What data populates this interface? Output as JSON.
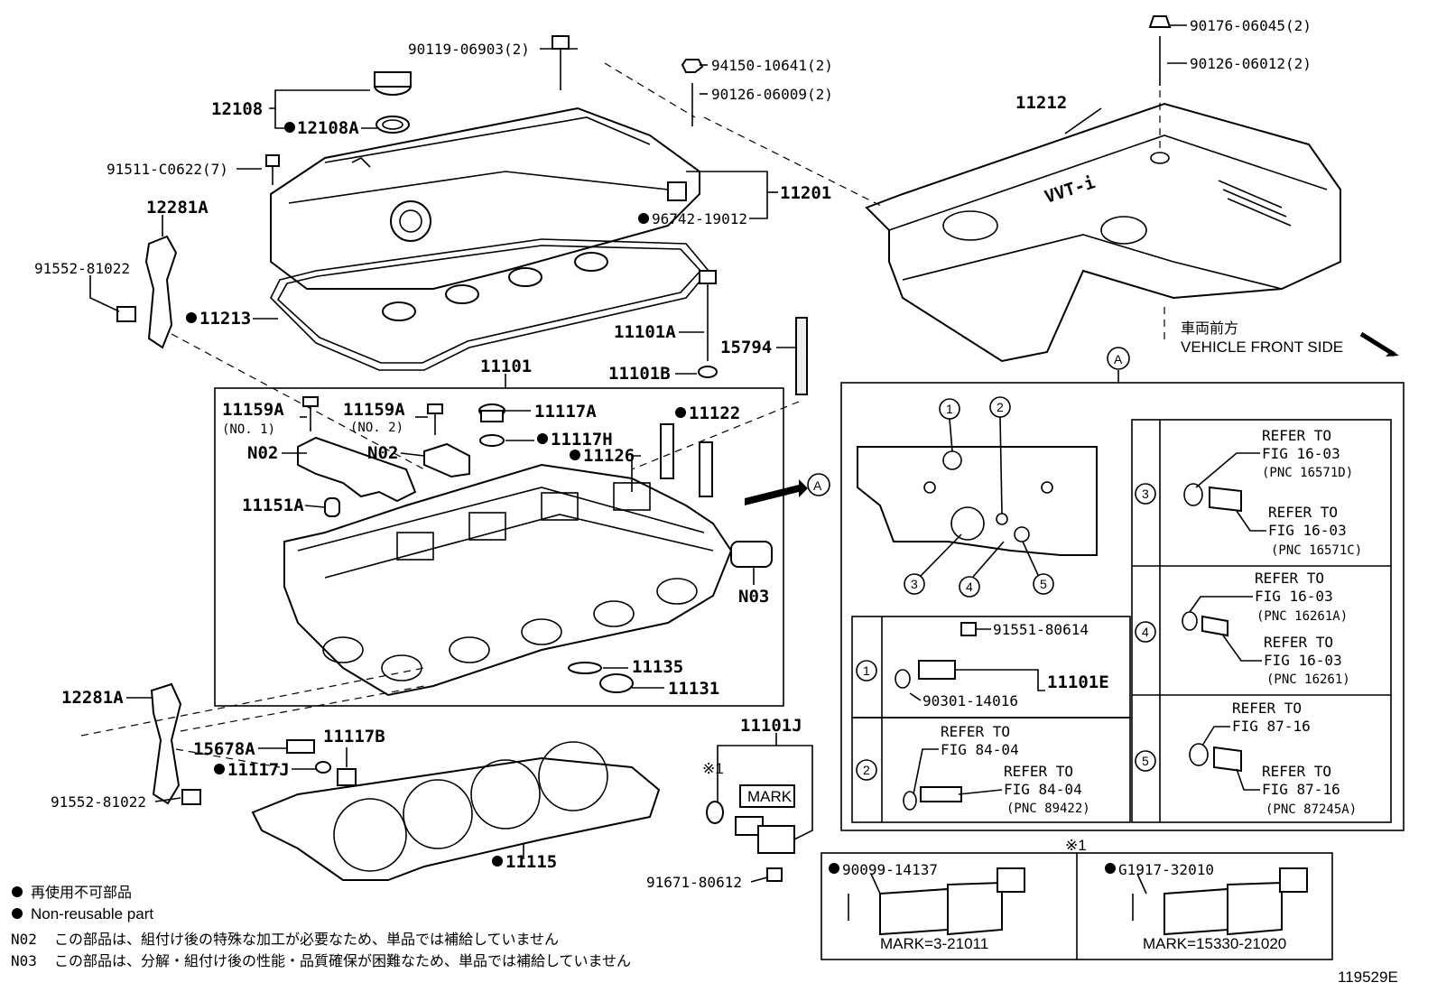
{
  "callouts": {
    "p90119": "90119-06903(2)",
    "p94150": "94150-10641(2)",
    "p90126a": "90126-06009(2)",
    "p90176": "90176-06045(2)",
    "p90126b": "90126-06012(2)",
    "p12108": "12108",
    "p12108A": "12108A",
    "p91511": "91511-C0622(7)",
    "p11201": "11201",
    "p96742": "96742-19012",
    "p11212": "11212",
    "p12281A_top": "12281A",
    "p91552_top": "91552-81022",
    "p11213": "11213",
    "p11101A": "11101A",
    "p15794": "15794",
    "p11101B": "11101B",
    "p11101": "11101",
    "p11159A1": "11159A",
    "p11159A1_sub": "(NO. 1)",
    "p11159A2": "11159A",
    "p11159A2_sub": "(NO. 2)",
    "p11117A": "11117A",
    "p11117H": "11117H",
    "p11122": "11122",
    "p11126": "11126",
    "p N02a": "N02",
    "pN02b": "N02",
    "p11151A": "11151A",
    "pN03": "N03",
    "pA_arrow": "A",
    "p11135": "11135",
    "p11131": "11131",
    "p12281A_bot": "12281A",
    "p15678A": "15678A",
    "p11117B": "11117B",
    "p11117J": "11117J",
    "p91552_bot": "91552-81022",
    "p11115": "11115",
    "p11101J": "11101J",
    "p_star1": "※1",
    "p_mark": "MARK",
    "p91671": "91671-80612"
  },
  "direction": {
    "jp": "車両前方",
    "en": "VEHICLE FRONT SIDE"
  },
  "detail_A": {
    "title": "A",
    "circle_numbers": [
      "1",
      "2",
      "3",
      "4",
      "5"
    ],
    "row1": {
      "num": "1",
      "p91551": "91551-80614",
      "p11101E": "11101E",
      "p90301": "90301-14016"
    },
    "row2": {
      "num": "2",
      "refer1": "REFER TO",
      "fig1": "FIG 84-04",
      "refer2": "REFER TO",
      "fig2": "FIG 84-04",
      "pnc2": "(PNC 89422)"
    },
    "row3": {
      "num": "3",
      "refer1": "REFER TO",
      "fig1": "FIG 16-03",
      "pnc1": "(PNC 16571D)",
      "refer2": "REFER TO",
      "fig2": "FIG 16-03",
      "pnc2": "(PNC 16571C)"
    },
    "row4": {
      "num": "4",
      "refer1": "REFER TO",
      "fig1": "FIG 16-03",
      "pnc1": "(PNC 16261A)",
      "refer2": "REFER TO",
      "fig2": "FIG 16-03",
      "pnc2": "(PNC 16261)"
    },
    "row5": {
      "num": "5",
      "refer1": "REFER TO",
      "fig1": "FIG 87-16",
      "refer2": "REFER TO",
      "fig2": "FIG 87-16",
      "pnc2": "(PNC 87245A)"
    }
  },
  "star_box": {
    "title": "※1",
    "left_part": "90099-14137",
    "left_mark": "MARK=3-21011",
    "right_part": "G1917-32010",
    "right_mark": "MARK=15330-21020"
  },
  "legend": {
    "jp": "再使用不可部品",
    "en": "Non-reusable part",
    "n02_code": "N02",
    "n02_text": "この部品は、組付け後の特殊な加工が必要なため、単品では補給していません",
    "n03_code": "N03",
    "n03_text": "この部品は、分解・組付け後の性能・品質確保が困難なため、単品では補給していません"
  },
  "figure_id": "119529E"
}
